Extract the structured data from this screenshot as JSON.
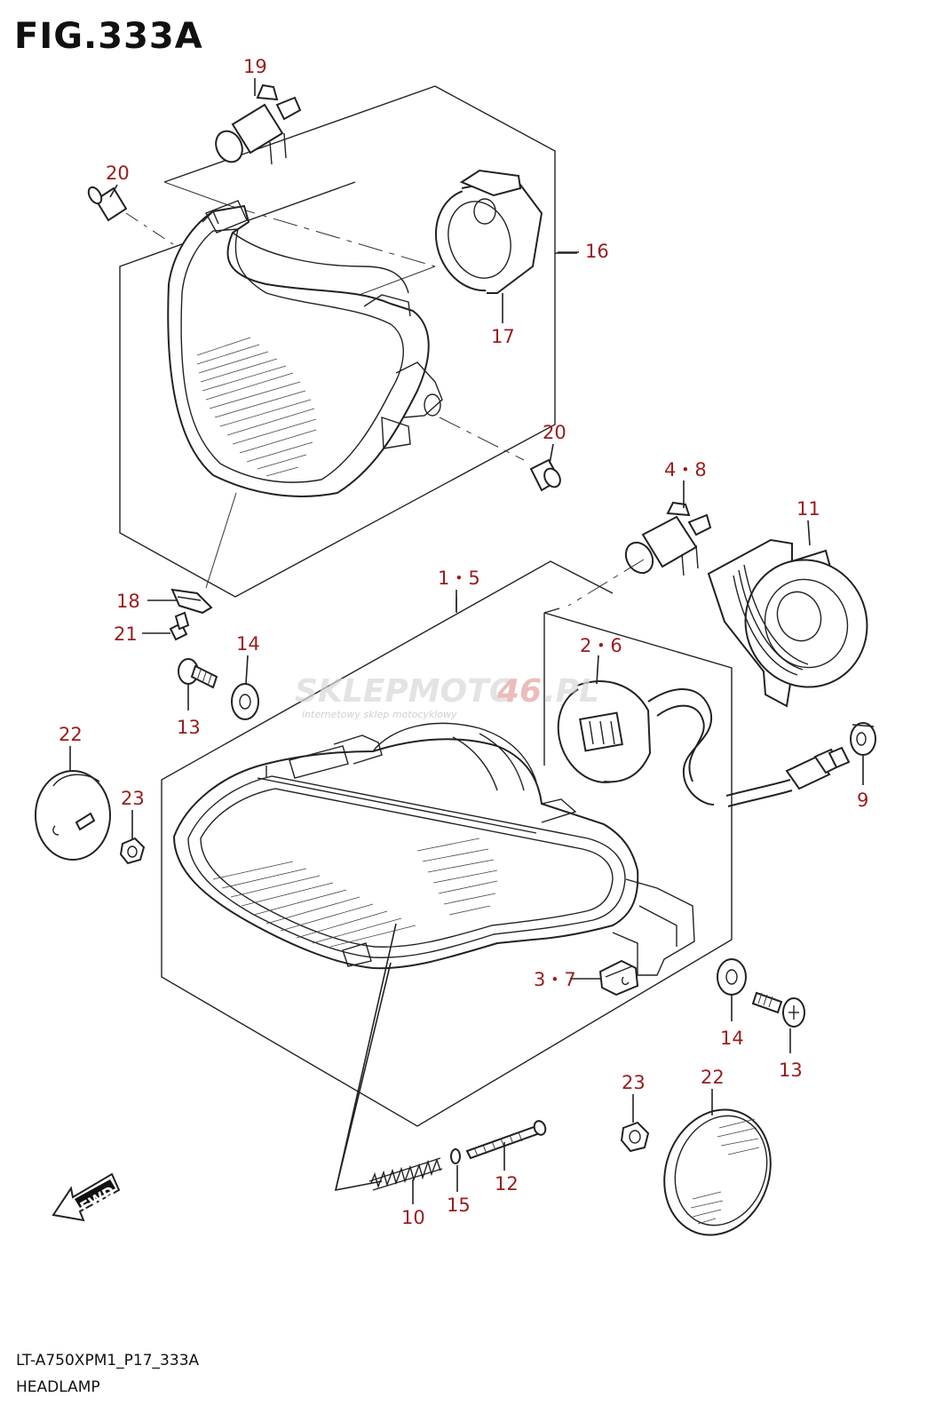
{
  "figure_title": "FIG.333A",
  "footer": {
    "drawing_code": "LT-A750XPM1_P17_333A",
    "section_name": "HEADLAMP"
  },
  "watermark": {
    "brand_part1": "SKLEPMOTO",
    "brand_part2": "46",
    "brand_part3": ".PL",
    "tagline": "internetowy sklep motocyklowy"
  },
  "fwd_label": "FWD",
  "callouts": {
    "c19": "19",
    "c20a": "20",
    "c16": "16",
    "c17": "17",
    "c20b": "20",
    "c48": "4・8",
    "c11": "11",
    "c15a": "1・5",
    "c18": "18",
    "c21": "21",
    "c14a": "14",
    "c13a": "13",
    "c26": "2・6",
    "c22a": "22",
    "c23a": "23",
    "c9": "9",
    "c37": "3・7",
    "c14b": "14",
    "c13b": "13",
    "c23b": "23",
    "c22b": "22",
    "c12": "12",
    "c10": "10",
    "c15": "15"
  },
  "colors": {
    "callout": "#9b1c1c",
    "line": "#222222",
    "watermark_red": "#e4a0a0"
  }
}
